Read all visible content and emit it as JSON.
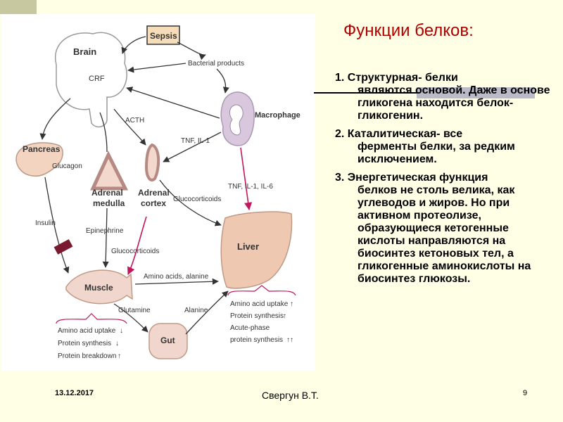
{
  "slide": {
    "title": "Функции белков:",
    "items": [
      {
        "first": "1. Структурная- белки",
        "rest": "являются основой. Даже в основе гликогена находится  белок-гликогенин."
      },
      {
        "first": "2. Каталитическая- все",
        "rest": "ферменты белки, за редким исключением."
      },
      {
        "first": "3.  Энергетическая функция",
        "rest": "белков не столь велика, как  углеводов и жиров. Но при активном протеолизе, образующиеся кетогенные кислоты направляются на биосинтез  кетоновых тел, а гликогенные аминокислоты на биосинтез глюкозы."
      }
    ],
    "footer": {
      "date": "13.12.2017",
      "author": "Свергун В.Т.",
      "page": "9"
    }
  },
  "diagram": {
    "sepsis": "Sepsis",
    "brain": "Brain",
    "crf": "CRF",
    "bacterial_products": "Bacterial products",
    "macrophage": "Macrophage",
    "acth": "ACTH",
    "tnf_il1": "TNF, IL-1",
    "tnf_il1_il6": "TNF, IL-1, IL-6",
    "pancreas": "Pancreas",
    "glucagon": "Glucagon",
    "insulin": "Insulin",
    "adrenal_medulla_1": "Adrenal",
    "adrenal_medulla_2": "medulla",
    "adrenal_cortex_1": "Adrenal",
    "adrenal_cortex_2": "cortex",
    "glucocorticoids_right": "Glucocorticoids",
    "epinephrine": "Epinephrine",
    "glucocorticoids_left": "Glucocorticoids",
    "liver": "Liver",
    "muscle": "Muscle",
    "amino_acids_alanine": "Amino acids, alanine",
    "glutamine": "Glutamine",
    "alanine": "Alanine",
    "gut": "Gut",
    "liver_effects": [
      "Amino acid uptake",
      "Protein synthesis",
      "Acute-phase",
      "protein synthesis"
    ],
    "liver_arrows": [
      "↑",
      "↑",
      "",
      "↑↑"
    ],
    "muscle_effects": [
      "Amino acid uptake",
      "Protein synthesis",
      "Protein breakdown"
    ],
    "muscle_arrows": [
      "↓",
      "↓",
      "↑"
    ]
  }
}
